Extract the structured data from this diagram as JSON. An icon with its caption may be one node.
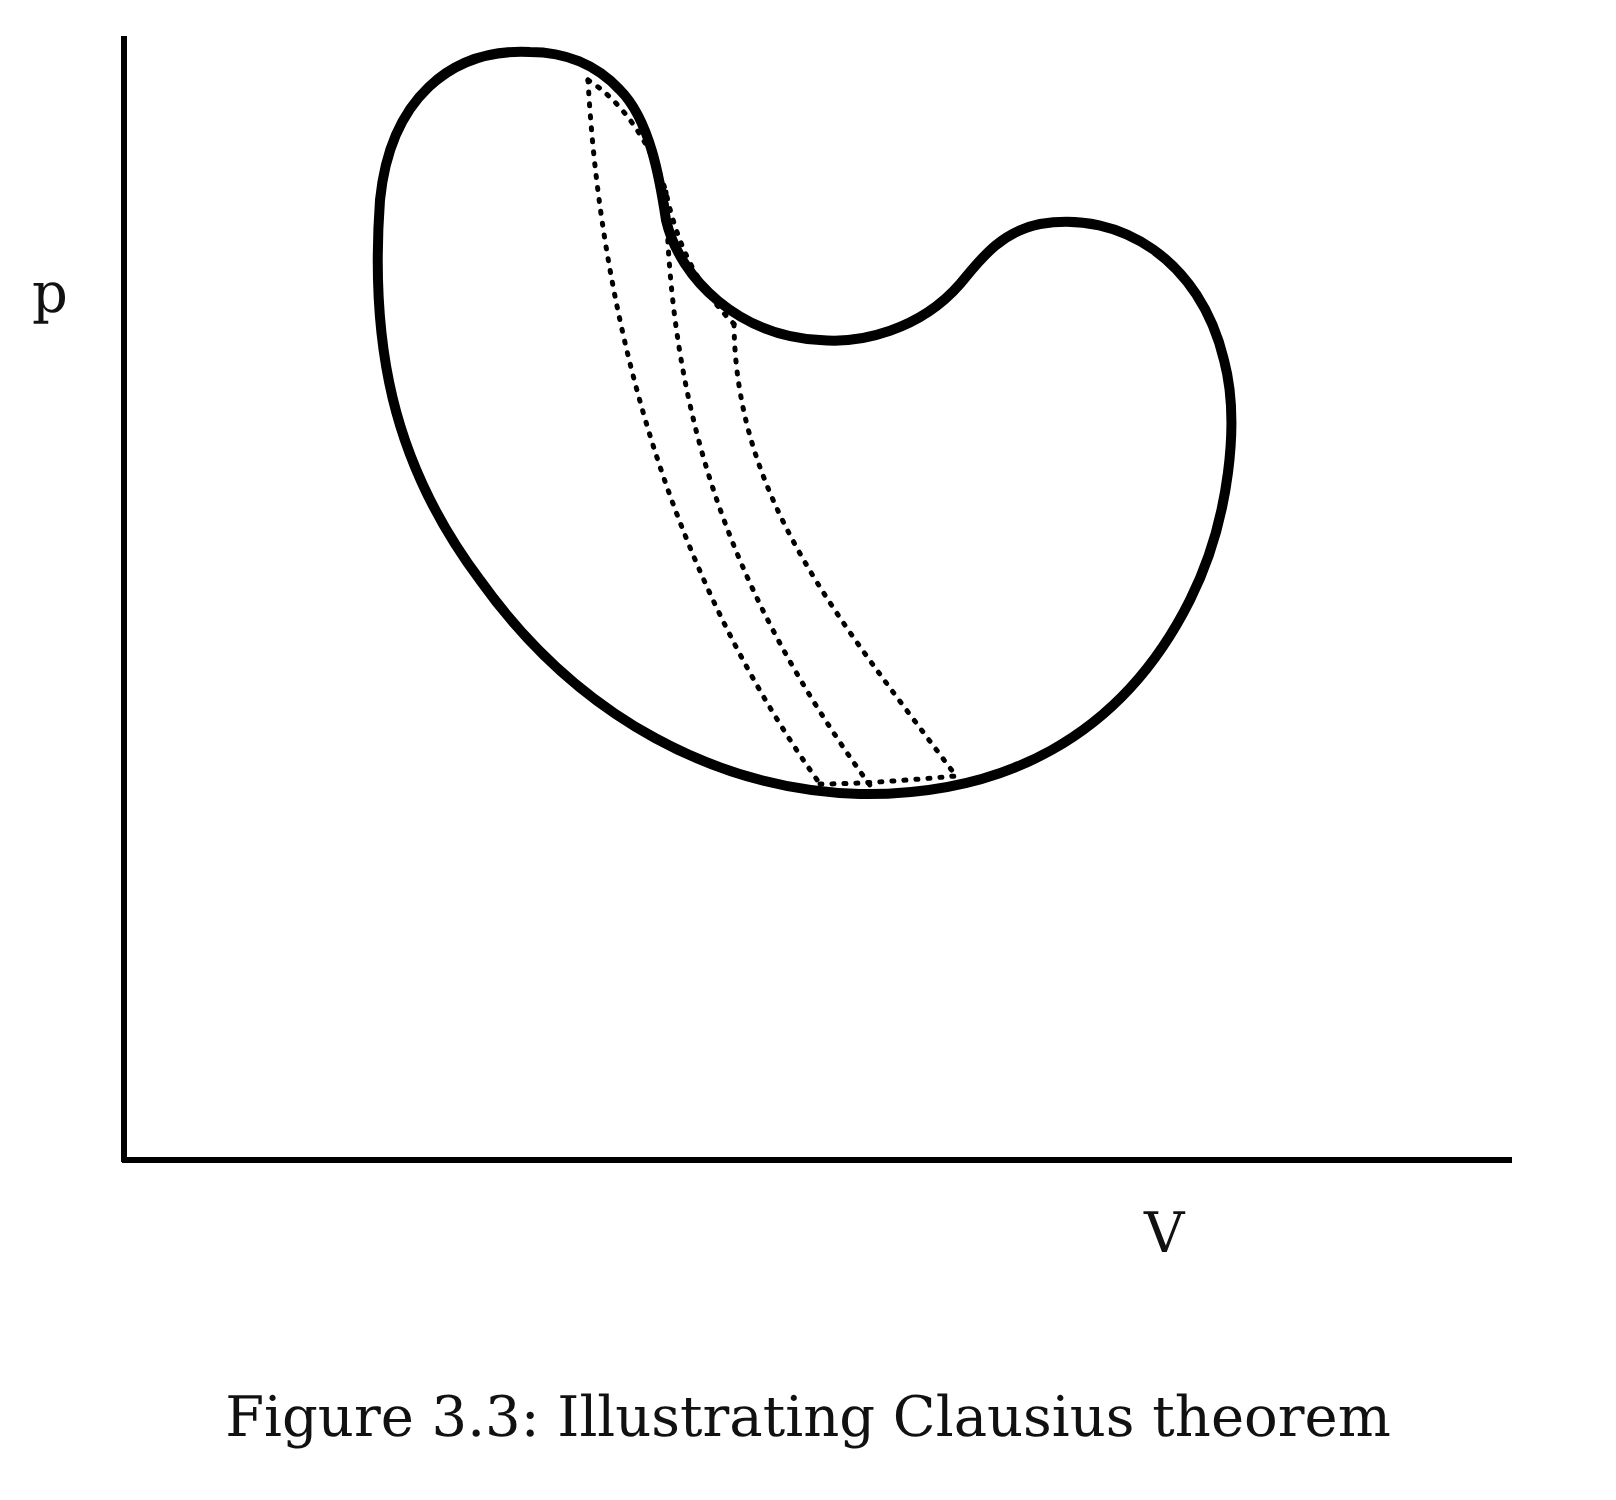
{
  "diagram": {
    "caption": "Figure 3.3: Illustrating Clausius theorem",
    "labels": [
      "p",
      "V"
    ]
  }
}
